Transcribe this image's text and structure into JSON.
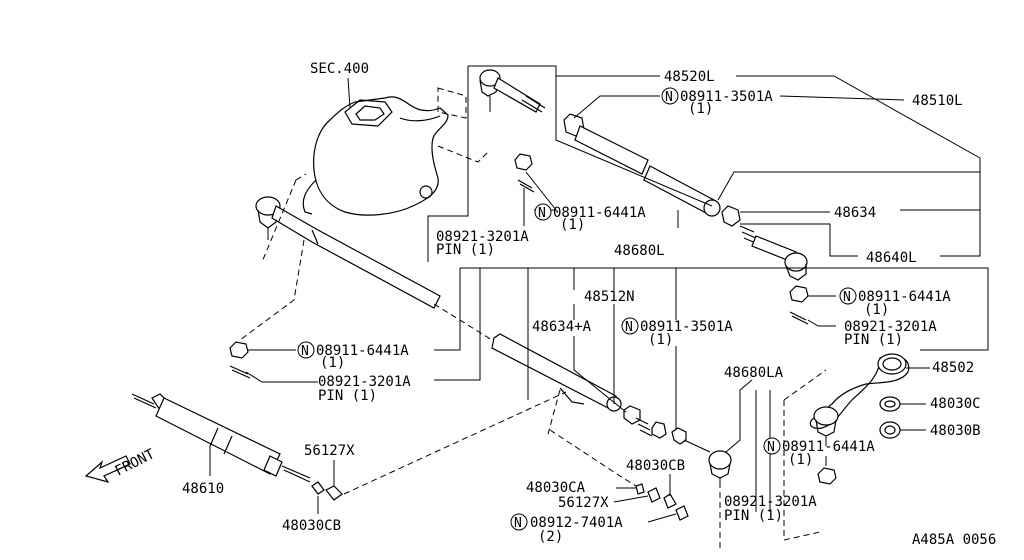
{
  "labels": {
    "sec400": "SEC.400",
    "p48520L": "48520L",
    "n08911_3501A_top": "08911-3501A",
    "q08911_3501A_top": "(1)",
    "p48510L": "48510L",
    "n08911_6441A_a": "08911-6441A",
    "q08911_6441A_a": "(1)",
    "p08921_3201A_a": "08921-3201A",
    "pin_a": "PIN (1)",
    "p48634": "48634",
    "p48680L": "48680L",
    "p48640L": "48640L",
    "p48512N": "48512N",
    "n08911_6441A_b": "08911-6441A",
    "q08911_6441A_b": "(1)",
    "p48634A": "48634+A",
    "n08911_3501A_mid": "08911-3501A",
    "q08911_3501A_mid": "(1)",
    "p08921_3201A_b": "08921-3201A",
    "pin_b": "PIN (1)",
    "n08911_6441A_c": "08911-6441A",
    "q08911_6441A_c": "(1)",
    "p08921_3201A_c": "08921-3201A",
    "pin_c": "PIN (1)",
    "p48680LA": "48680LA",
    "p48502": "48502",
    "p48030C": "48030C",
    "p48030B": "48030B",
    "n08911_6441A_d": "08911-6441A",
    "q08911_6441A_d": "(1)",
    "p08921_3201A_d": "08921-3201A",
    "pin_d": "PIN (1)",
    "p56127X_a": "56127X",
    "p48610": "48610",
    "p48030CB_a": "48030CB",
    "p48030CB_b": "48030CB",
    "p48030CA": "48030CA",
    "p56127X_b": "56127X",
    "n08912_7401A": "08912-7401A",
    "q08912_7401A": "(2)",
    "front": "FRONT",
    "n_mark": "N",
    "figure_code": "A485A 0056"
  }
}
